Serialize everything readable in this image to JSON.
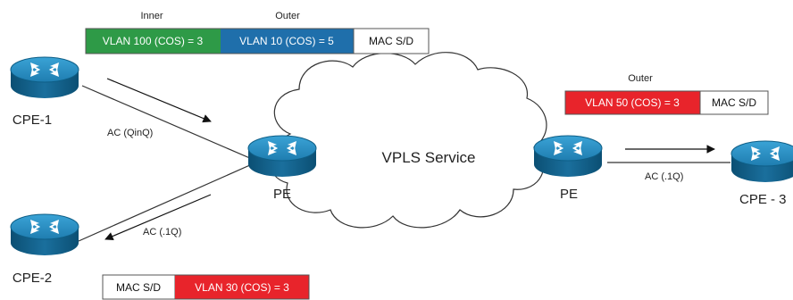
{
  "colors": {
    "green": "#2e9a47",
    "blue": "#1f6fab",
    "red": "#e8242b",
    "router_dark": "#0e5e86",
    "router_light": "#2a8fc0"
  },
  "frames": {
    "qinq": {
      "inner_label": "Inner",
      "outer_label": "Outer",
      "segments": [
        "VLAN 100 (COS) = 3",
        "VLAN 10 (COS) = 5",
        "MAC S/D"
      ]
    },
    "outer50": {
      "outer_label": "Outer",
      "segments": [
        "VLAN 50 (COS) = 3",
        "MAC S/D"
      ]
    },
    "vlan30": {
      "segments": [
        "MAC S/D",
        "VLAN 30 (COS) = 3"
      ]
    }
  },
  "links": {
    "ac_qinq": "AC (QinQ)",
    "ac_1q_left": "AC (.1Q)",
    "ac_1q_right": "AC (.1Q)"
  },
  "nodes": {
    "cpe1": {
      "label": "CPE-1",
      "icon": "router-icon"
    },
    "cpe2": {
      "label": "CPE-2",
      "icon": "router-icon"
    },
    "cpe3": {
      "label": "CPE - 3",
      "icon": "router-icon"
    },
    "pe_left": {
      "label": "PE",
      "icon": "router-icon"
    },
    "pe_right": {
      "label": "PE",
      "icon": "router-icon"
    }
  },
  "cloud": {
    "label": "VPLS Service"
  }
}
